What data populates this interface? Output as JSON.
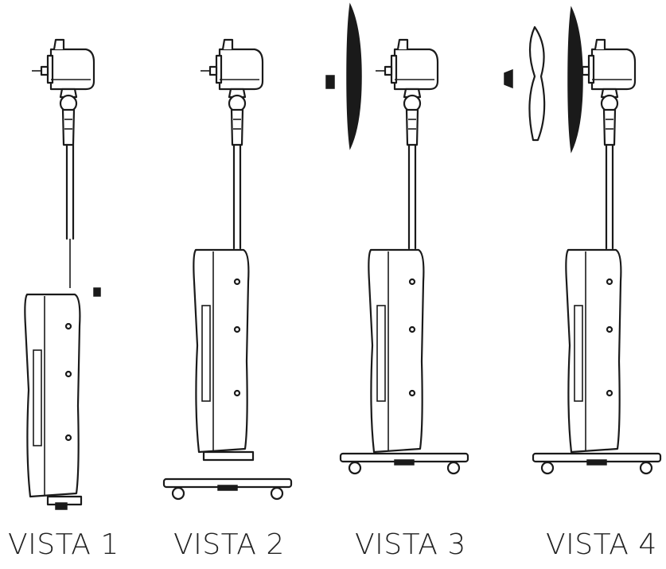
{
  "views": [
    {
      "label": "VISTA 1"
    },
    {
      "label": "VISTA 2"
    },
    {
      "label": "VISTA 3"
    },
    {
      "label": "VISTA 4"
    }
  ]
}
